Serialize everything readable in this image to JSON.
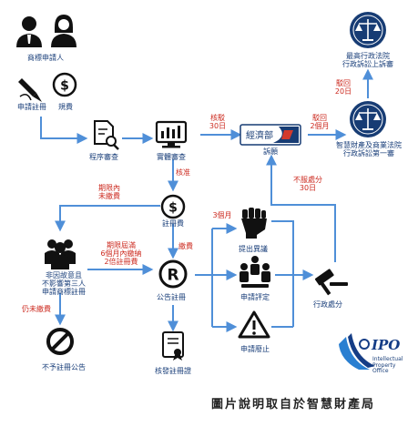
{
  "nodes": {
    "applicant": "商標申請人",
    "apply": "申請註冊",
    "fee": "規費",
    "procedure": "程序審查",
    "substantive": "實體審查",
    "appeal": "訴願",
    "supreme_court": "最高行政法院\n行政訴訟上訴審",
    "ip_court": "智慧財產及商業法院\n行政訴訟第一審",
    "reg_fee": "註冊費",
    "not_intentional": "非因故意且\n不影響第三人\n申請商標註冊",
    "announce": "公告註冊",
    "issue_cert": "核發註冊證",
    "not_announce": "不予註冊公告",
    "opposition": "提出異議",
    "invalidation": "申請評定",
    "revocation": "申請廢止",
    "admin_disposition": "行政處分"
  },
  "edges": {
    "reject_30": "核駁\n30日",
    "reject_2m": "駁回\n2個月",
    "reject_20": "駁回\n20日",
    "approve": "核准",
    "unpaid_deadline": "期限內\n未繳費",
    "overdue": "期限屆滿\n6個月內繳納\n2倍註冊費",
    "paid": "繳費",
    "three_months": "3個月",
    "still_unpaid": "仍未繳費",
    "dissatisfied": "不服處分\n30日"
  },
  "ministry_label": "經濟部",
  "logo": {
    "text": "IPO",
    "caption": "Intellectual\nProperty\nOffice"
  },
  "footer": "圖片說明取自於智慧財產局",
  "colors": {
    "arrow": "#4f8fd8",
    "node_text": "#1a3f7a",
    "red": "#cc2a1f",
    "navy": "#173c74"
  }
}
